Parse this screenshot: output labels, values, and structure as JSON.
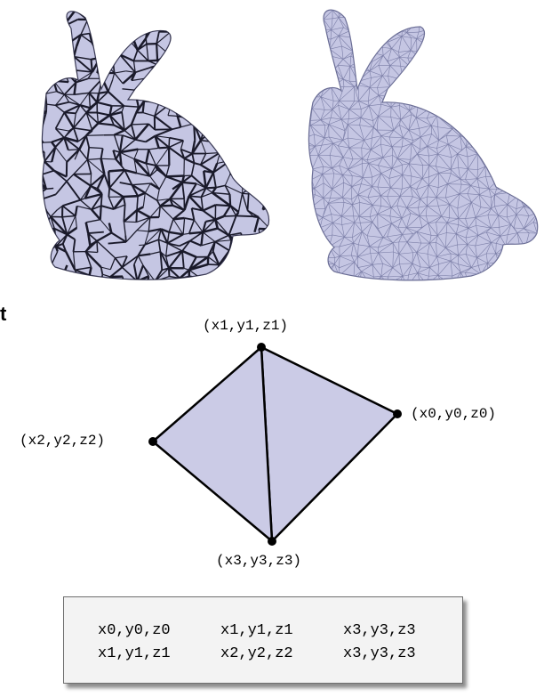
{
  "partial_letter": "t",
  "colors": {
    "mesh_fill": "#c5c6e3",
    "edge_dark": "#1a1a2a",
    "edge_light": "#7a7da6",
    "triangle_fill": "#cbcbe6"
  },
  "bunnies": [
    {
      "name": "triangle-soup-bunny",
      "style": "dark edges"
    },
    {
      "name": "indexed-mesh-bunny",
      "style": "light edges"
    }
  ],
  "vertices": {
    "v0": "(x0,y0,z0)",
    "v1": "(x1,y1,z1)",
    "v2": "(x2,y2,z2)",
    "v3": "(x3,y3,z3)"
  },
  "triangle_list": [
    [
      "x0,y0,z0",
      "x1,y1,z1",
      "x3,y3,z3"
    ],
    [
      "x1,y1,z1",
      "x2,y2,z2",
      "x3,y3,z3"
    ]
  ]
}
